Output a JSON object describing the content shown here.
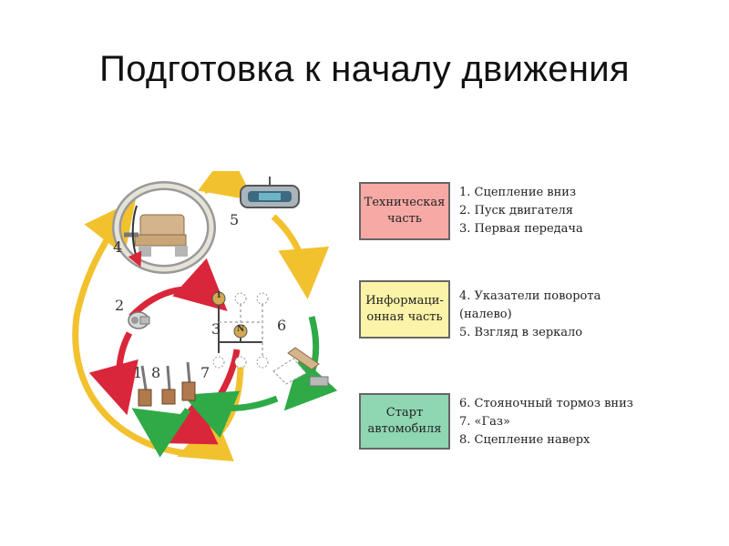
{
  "title": "Подготовка к началу движения",
  "diagram": {
    "labels": {
      "n1": "1",
      "n2": "2",
      "n3": "3",
      "n4": "4",
      "n5": "5",
      "n6": "6",
      "n7": "7",
      "n8": "8",
      "gear_a": "1",
      "gear_n": "N"
    },
    "groups": [
      {
        "title": "Техническая\nчасть",
        "color": "#f7a9a6",
        "steps": [
          "1. Сцепление вниз",
          "2. Пуск двигателя",
          "3. Первая передача"
        ]
      },
      {
        "title": "Информаци-\nонная часть",
        "color": "#fbf3a7",
        "steps": [
          "4. Указатели поворота (налево)",
          "5. Взгляд в зеркало"
        ]
      },
      {
        "title": "Старт\nавтомобиля",
        "color": "#8fd6b3",
        "steps": [
          "6. Стояночный тормоз вниз",
          "7. «Газ»",
          "8. Сцепление наверх"
        ]
      }
    ],
    "colors": {
      "yellow_arrow": "#f2c12e",
      "red_arrow": "#d9263a",
      "green_arrow": "#2faa47"
    }
  }
}
